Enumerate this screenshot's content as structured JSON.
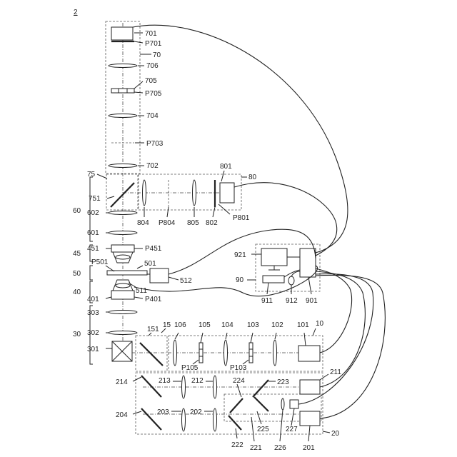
{
  "figure_number": "2",
  "labels": {
    "l701": "701",
    "lP701": "P701",
    "l70": "70",
    "l706": "706",
    "l705": "705",
    "lP705": "P705",
    "l704": "704",
    "lP703": "P703",
    "l702": "702",
    "l75": "75",
    "l801": "801",
    "l80": "80",
    "l751": "751",
    "l60": "60",
    "l602": "602",
    "l804": "804",
    "lP804": "P804",
    "l805": "805",
    "l802": "802",
    "lP801": "P801",
    "l601": "601",
    "l921": "921",
    "l45": "45",
    "l451": "451",
    "lP451": "P451",
    "lP501": "P501",
    "l501": "501",
    "l50": "50",
    "l512": "512",
    "l90": "90",
    "l40": "40",
    "l511": "511",
    "l401": "401",
    "lP401": "P401",
    "l911": "911",
    "l912": "912",
    "l901": "901",
    "l303": "303",
    "l302": "302",
    "l30": "30",
    "l151": "151",
    "l15": "15",
    "l106": "106",
    "l105": "105",
    "l104": "104",
    "l103": "103",
    "l102": "102",
    "l101": "101",
    "l10": "10",
    "l301": "301",
    "lP105": "P105",
    "lP103": "P103",
    "l214": "214",
    "l213": "213",
    "l212": "212",
    "l224": "224",
    "l223": "223",
    "l211": "211",
    "l204": "204",
    "l203": "203",
    "l202": "202",
    "l225": "225",
    "l227": "227",
    "l222": "222",
    "l221": "221",
    "l226": "226",
    "l201": "201",
    "l20": "20"
  }
}
